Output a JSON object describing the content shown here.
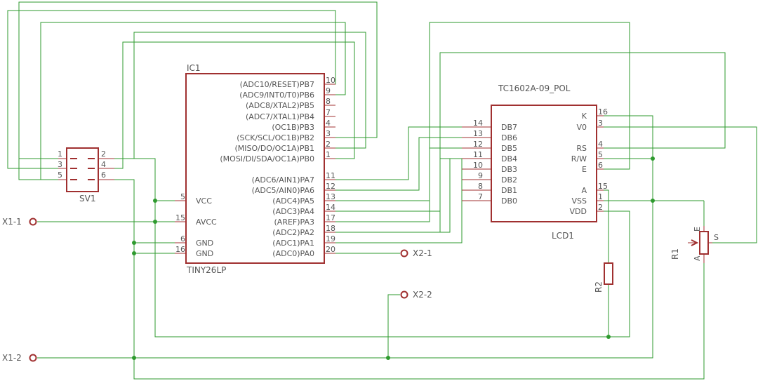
{
  "colors": {
    "wire": "#2e9a2e",
    "component": "#a03030",
    "text": "#555555",
    "background": "#ffffff"
  },
  "ic1": {
    "name": "IC1",
    "value": "TINY26LP",
    "pins_right": [
      {
        "label": "(ADC10/RESET)PB7",
        "num": "10"
      },
      {
        "label": "(ADC9/INT0/T0)PB6",
        "num": "9"
      },
      {
        "label": "(ADC8/XTAL2)PB5",
        "num": "8"
      },
      {
        "label": "(ADC7/XTAL1)PB4",
        "num": "7"
      },
      {
        "label": "(OC1B)PB3",
        "num": "4"
      },
      {
        "label": "(SCK/SCL/OC1B)PB2",
        "num": "3"
      },
      {
        "label": "(MISO/DO/OC1A)PB1",
        "num": "2"
      },
      {
        "label": "(MOSI/DI/SDA/OC1A)PB0",
        "num": "1"
      },
      {
        "label": "(ADC6/AIN1)PA7",
        "num": "11"
      },
      {
        "label": "(ADC5/AIN0)PA6",
        "num": "12"
      },
      {
        "label": "(ADC4)PA5",
        "num": "13"
      },
      {
        "label": "(ADC3)PA4",
        "num": "14"
      },
      {
        "label": "(AREF)PA3",
        "num": "17"
      },
      {
        "label": "(ADC2)PA2",
        "num": "18"
      },
      {
        "label": "(ADC1)PA1",
        "num": "19"
      },
      {
        "label": "(ADC0)PA0",
        "num": "20"
      }
    ],
    "pins_left": [
      {
        "label": "VCC",
        "num": "5"
      },
      {
        "label": "AVCC",
        "num": "15"
      },
      {
        "label": "GND",
        "num": "6"
      },
      {
        "label": "GND",
        "num": "16"
      }
    ]
  },
  "lcd1": {
    "name": "LCD1",
    "value": "TC1602A-09_POL",
    "pins_left": [
      {
        "label": "DB7",
        "num": "14"
      },
      {
        "label": "DB6",
        "num": "13"
      },
      {
        "label": "DB5",
        "num": "12"
      },
      {
        "label": "DB4",
        "num": "11"
      },
      {
        "label": "DB3",
        "num": "10"
      },
      {
        "label": "DB2",
        "num": "9"
      },
      {
        "label": "DB1",
        "num": "8"
      },
      {
        "label": "DB0",
        "num": "7"
      }
    ],
    "pins_right": [
      {
        "label": "K",
        "num": "16"
      },
      {
        "label": "V0",
        "num": "3"
      },
      {
        "label": "RS",
        "num": "4"
      },
      {
        "label": "R/W",
        "num": "5"
      },
      {
        "label": "E",
        "num": "6"
      },
      {
        "label": "A",
        "num": "15"
      },
      {
        "label": "VSS",
        "num": "1"
      },
      {
        "label": "VDD",
        "num": "2"
      }
    ]
  },
  "sv1": {
    "name": "SV1",
    "pins": [
      "1",
      "2",
      "3",
      "4",
      "5",
      "6"
    ]
  },
  "r1": {
    "name": "R1",
    "pin_a": "A",
    "pin_e": "E",
    "pin_s": "S"
  },
  "r2": {
    "name": "R2"
  },
  "terminals": {
    "x1_1": "X1-1",
    "x1_2": "X1-2",
    "x2_1": "X2-1",
    "x2_2": "X2-2"
  }
}
